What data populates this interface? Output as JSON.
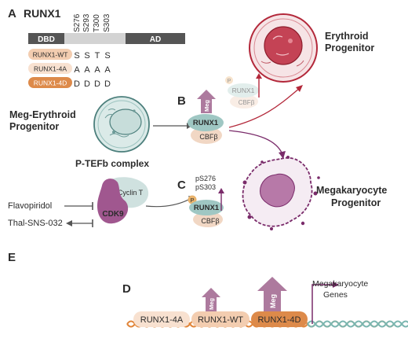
{
  "panels": {
    "a": "A",
    "b": "B",
    "c": "C",
    "d": "D",
    "e": "E"
  },
  "runx1": {
    "title": "RUNX1",
    "domains": {
      "dbd": "DBD",
      "ad": "AD"
    },
    "sites": [
      "S276",
      "S293",
      "T300",
      "S303"
    ],
    "variants": [
      {
        "label": "RUNX1-WT",
        "residues": [
          "S",
          "S",
          "T",
          "S"
        ],
        "color": "#f3cdb0"
      },
      {
        "label": "RUNX1-4A",
        "residues": [
          "A",
          "A",
          "A",
          "A"
        ],
        "color": "#f8e1d0"
      },
      {
        "label": "RUNX1-4D",
        "residues": [
          "D",
          "D",
          "D",
          "D"
        ],
        "color": "#dd8a4a"
      }
    ]
  },
  "cells": {
    "meg_erythroid": {
      "line1": "Meg-Erythroid",
      "line2": "Progenitor"
    },
    "erythroid": {
      "line1": "Erythroid",
      "line2": "Progenitor"
    },
    "megakaryocyte": {
      "line1": "Megakaryocyte",
      "line2": "Progenitor"
    }
  },
  "complex": {
    "runx1": "RUNX1",
    "cbfb": "CBFβ",
    "meg": "Meg",
    "phospho": "P",
    "psites": [
      "pS276",
      "pS303"
    ]
  },
  "ptefb": {
    "title": "P-TEFb complex",
    "cyclin": "Cyclin T",
    "cdk": "CDK9",
    "inhibitors": [
      "Flavopiridol",
      "Thal-SNS-032"
    ]
  },
  "dna": {
    "gene_label_1": "Megakaryocyte",
    "gene_label_2": "Genes",
    "meg": "Meg",
    "proteins": [
      "RUNX1-4A",
      "RUNX1-WT",
      "RUNX1-4D"
    ]
  },
  "colors": {
    "dbd": "#555555",
    "erythroid_red": "#b3283a",
    "meg_purple": "#7a2b6a",
    "meg_arrow": "#ad7a9e",
    "runx1_green": "#9fc7c3",
    "cbfb_peach": "#f1d7c4",
    "cdk9_purple": "#a0578f",
    "cell_teal": "#cfe1df",
    "dna_orange": "#e1853a",
    "dna_teal": "#7bb6b0"
  }
}
